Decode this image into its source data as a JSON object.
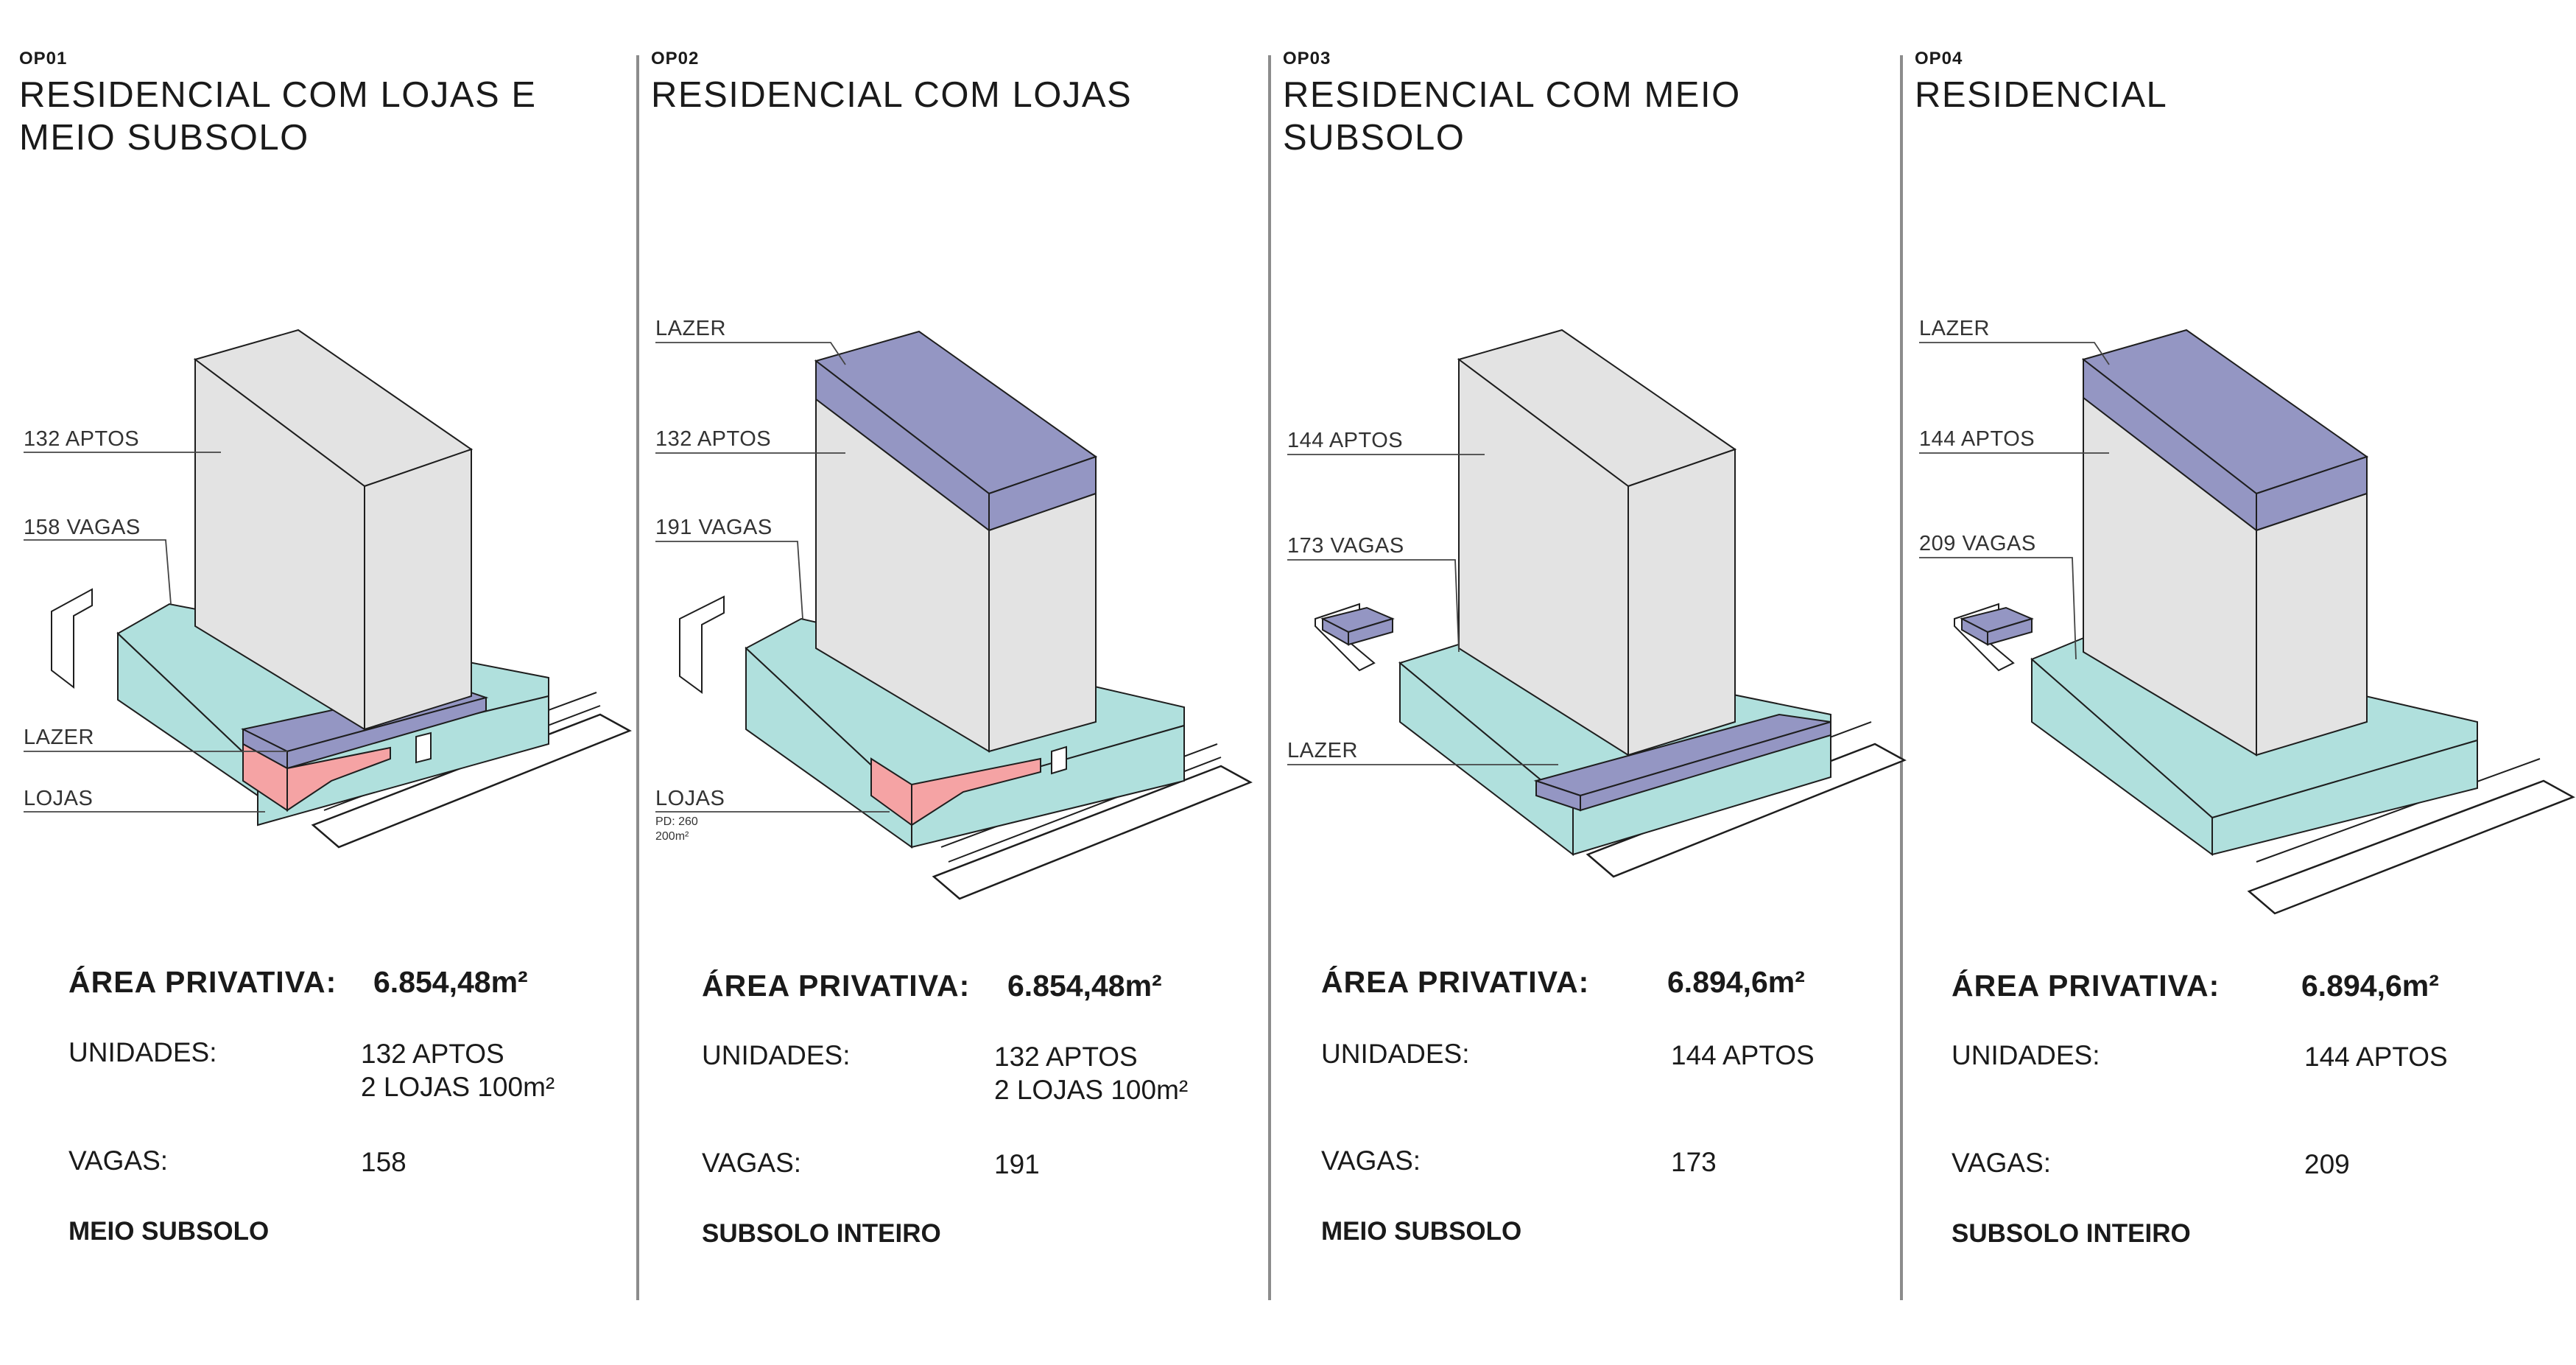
{
  "options": [
    {
      "code": "OP01",
      "title": "RESIDENCIAL COM LOJAS E MEIO SUBSOLO",
      "diagram_labels": [
        "132 APTOS",
        "158 VAGAS",
        "LAZER",
        "LOJAS"
      ],
      "diagram_note": "",
      "diagram_note_2": "",
      "area_label": "ÁREA PRIVATIVA:",
      "area_value": "6.854,48m²",
      "units_label": "UNIDADES:",
      "units_value_1": "132 APTOS",
      "units_value_2": "2 LOJAS 100m²",
      "parking_label": "VAGAS:",
      "parking_value": "158",
      "basement": "MEIO SUBSOLO"
    },
    {
      "code": "OP02",
      "title": "RESIDENCIAL COM LOJAS",
      "diagram_labels": [
        "LAZER",
        "132 APTOS",
        "191 VAGAS",
        "LOJAS"
      ],
      "diagram_note": "PD: 260",
      "diagram_note_2": "200m²",
      "area_label": "ÁREA PRIVATIVA:",
      "area_value": "6.854,48m²",
      "units_label": "UNIDADES:",
      "units_value_1": "132 APTOS",
      "units_value_2": "2 LOJAS 100m²",
      "parking_label": "VAGAS:",
      "parking_value": "191",
      "basement": "SUBSOLO INTEIRO"
    },
    {
      "code": "OP03",
      "title": "RESIDENCIAL COM MEIO SUBSOLO",
      "diagram_labels": [
        "144 APTOS",
        "173 VAGAS",
        "LAZER"
      ],
      "diagram_note": "",
      "diagram_note_2": "",
      "area_label": "ÁREA PRIVATIVA:",
      "area_value": "6.894,6m²",
      "units_label": "UNIDADES:",
      "units_value_1": "144 APTOS",
      "units_value_2": "",
      "parking_label": "VAGAS:",
      "parking_value": "173",
      "basement": "MEIO SUBSOLO"
    },
    {
      "code": "OP04",
      "title": "RESIDENCIAL",
      "diagram_labels": [
        "LAZER",
        "144 APTOS",
        "209 VAGAS"
      ],
      "diagram_note": "",
      "diagram_note_2": "",
      "area_label": "ÁREA PRIVATIVA:",
      "area_value": "6.894,6m²",
      "units_label": "UNIDADES:",
      "units_value_1": "144 APTOS",
      "units_value_2": "",
      "parking_label": "VAGAS:",
      "parking_value": "209",
      "basement": "SUBSOLO INTEIRO"
    }
  ],
  "colors": {
    "tower": "#e3e3e3",
    "podium": "#b0e0dd",
    "leisure": "#9496c3",
    "shops": "#f5a3a4",
    "outline": "#1e1e1e"
  }
}
